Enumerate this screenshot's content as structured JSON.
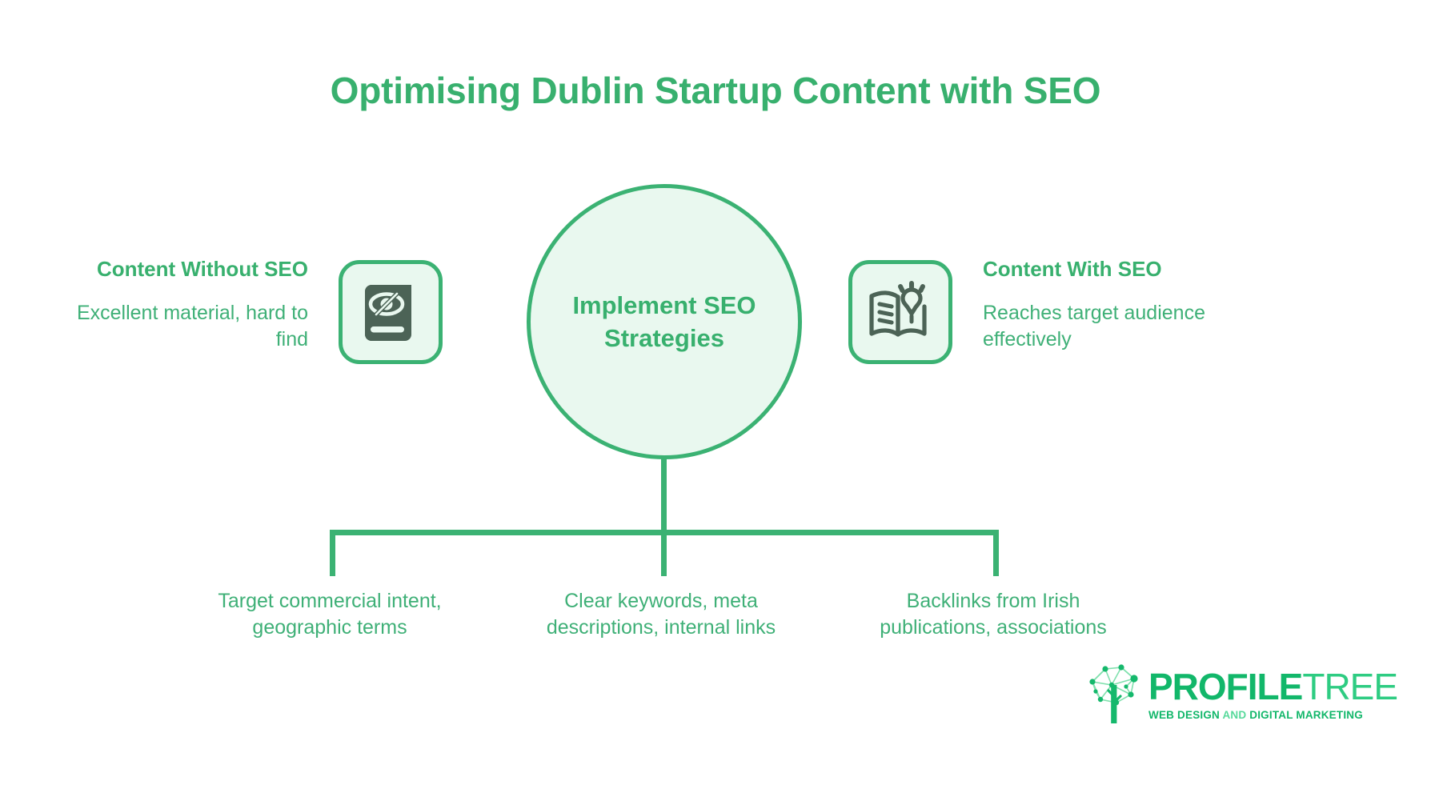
{
  "title": "Optimising Dublin Startup Content with SEO",
  "colors": {
    "brand_green": "#38b06e",
    "line_green": "#3bb273",
    "body_green": "#3fb077",
    "tile_fill": "#e9f8ef",
    "circle_fill": "#e9f8ef",
    "icon_dark": "#4c6356",
    "logo_green": "#12b76a",
    "logo_green_light": "#2ecc82",
    "background": "#ffffff"
  },
  "center": {
    "label": "Implement SEO Strategies"
  },
  "left_block": {
    "heading": "Content Without SEO",
    "description": "Excellent material, hard to find",
    "icon_name": "hidden-book-icon"
  },
  "right_block": {
    "heading": "Content With SEO",
    "description": "Reaches target audience effectively",
    "icon_name": "open-book-idea-icon"
  },
  "branches": [
    {
      "label": "Target commercial intent, geographic terms"
    },
    {
      "label": "Clear keywords, meta descriptions, internal links"
    },
    {
      "label": "Backlinks from Irish publications, associations"
    }
  ],
  "logo": {
    "word_bold": "PROFILE",
    "word_light": "TREE",
    "tagline_part1": "WEB DESIGN",
    "tagline_part2": "AND",
    "tagline_part3": "DIGITAL MARKETING",
    "mark_name": "network-tree-logo-icon"
  }
}
